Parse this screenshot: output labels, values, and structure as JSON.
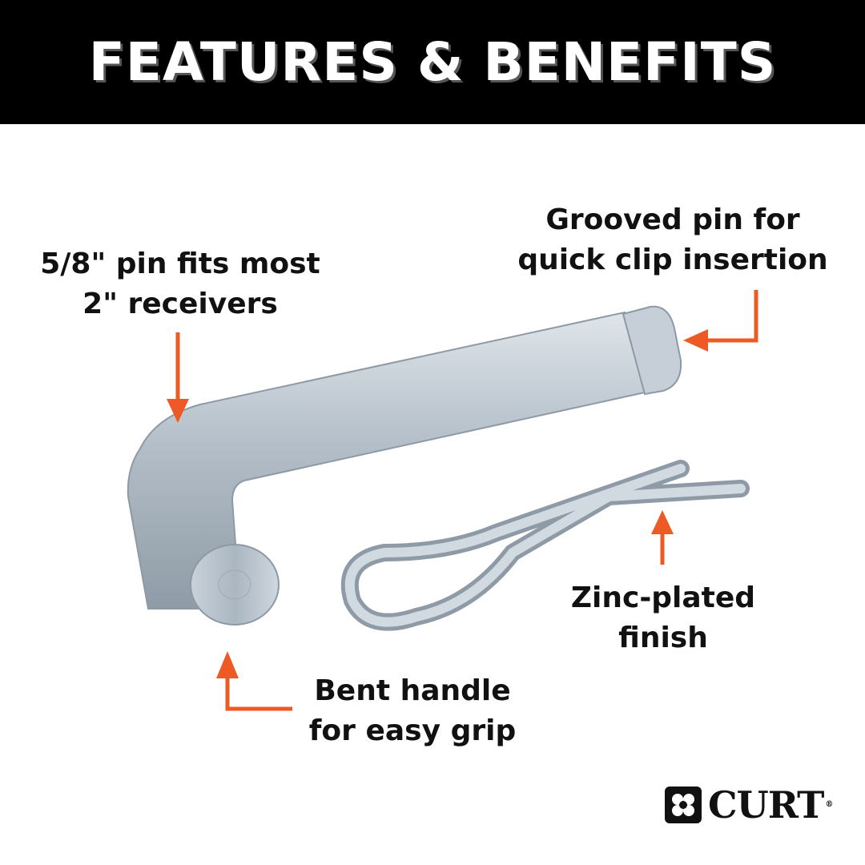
{
  "banner": {
    "title": "FEATURES & BENEFITS"
  },
  "callouts": {
    "pin_size": {
      "line1": "5/8\" pin fits most",
      "line2": "2\" receivers"
    },
    "grooved": {
      "line1": "Grooved pin for",
      "line2": "quick clip insertion"
    },
    "zinc": {
      "line1": "Zinc-plated",
      "line2": "finish"
    },
    "handle": {
      "line1": "Bent handle",
      "line2": "for easy grip"
    }
  },
  "colors": {
    "arrow": "#ee5a24",
    "banner_bg": "#000000",
    "metal": "#b8c3cc"
  },
  "brand": {
    "name": "CURT",
    "registered": "®"
  }
}
